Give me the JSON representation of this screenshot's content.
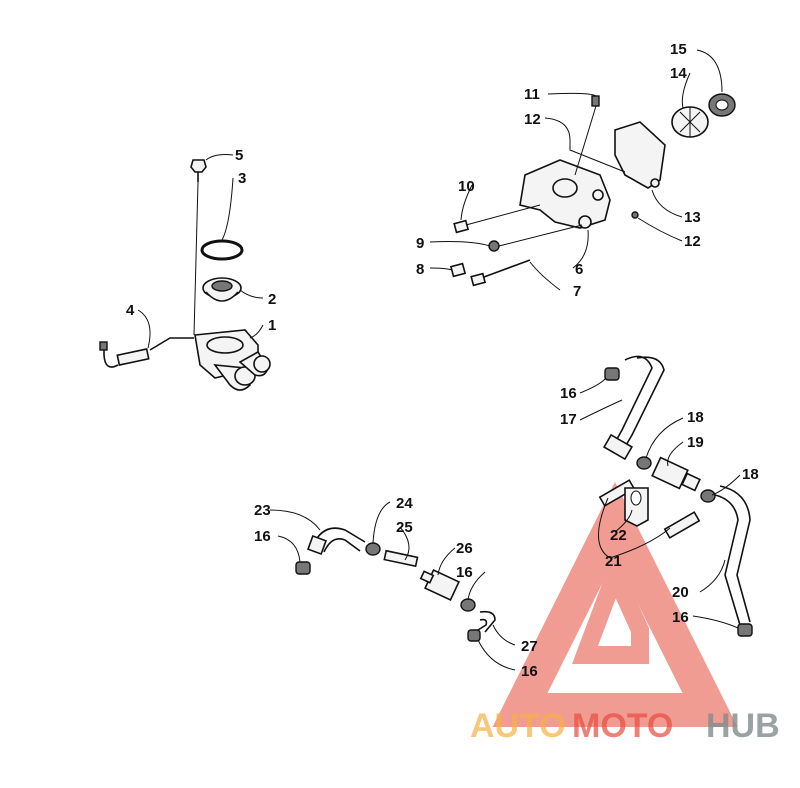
{
  "diagram": {
    "callouts": {
      "c1": "1",
      "c2": "2",
      "c3": "3",
      "c4": "4",
      "c5": "5",
      "c6": "6",
      "c7": "7",
      "c8": "8",
      "c9": "9",
      "c10": "10",
      "c11": "11",
      "c12a": "12",
      "c12b": "12",
      "c13": "13",
      "c14": "14",
      "c15": "15",
      "c16a": "16",
      "c16b": "16",
      "c16c": "16",
      "c16d": "16",
      "c16e": "16",
      "c17": "17",
      "c18a": "18",
      "c18b": "18",
      "c19": "19",
      "c20": "20",
      "c21": "21",
      "c22": "22",
      "c23": "23",
      "c24": "24",
      "c25": "25",
      "c26": "26",
      "c27": "27"
    }
  },
  "watermark": {
    "part1": "AUTO",
    "part2": "MOTO",
    "part3": "HUB",
    "colors": {
      "orange": "#f5b041",
      "red": "#e74c3c",
      "gray": "#7f8c8d"
    }
  }
}
